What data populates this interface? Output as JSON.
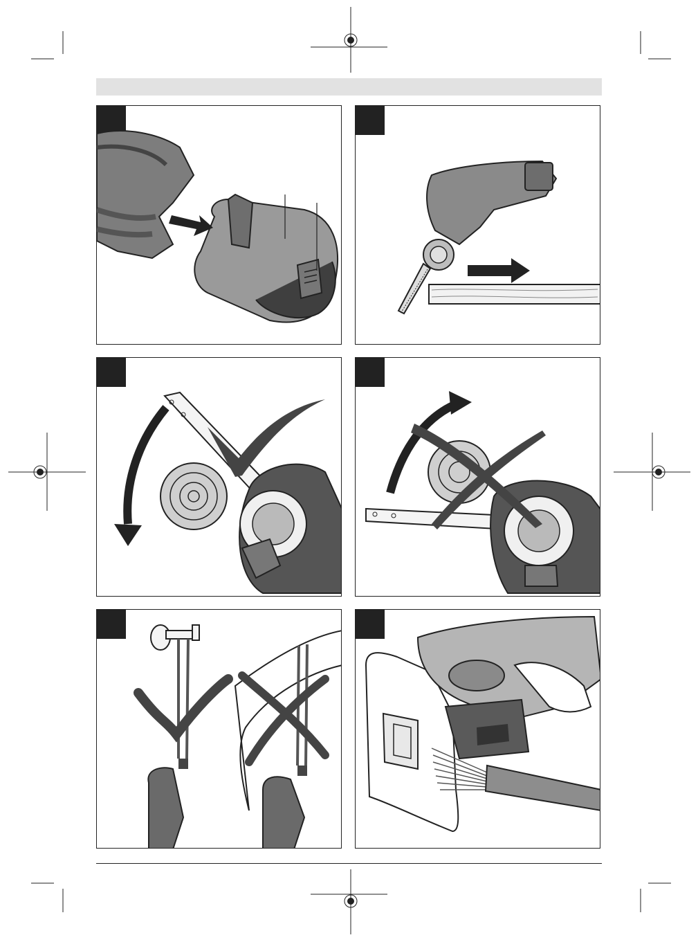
{
  "panels": [
    {
      "figure": "battery-insertion",
      "tag": ""
    },
    {
      "figure": "cutting-direction",
      "tag": ""
    },
    {
      "figure": "correct-chain-orientation",
      "tag": ""
    },
    {
      "figure": "wrong-chain-orientation",
      "tag": ""
    },
    {
      "figure": "wrist-strap-storage",
      "tag": ""
    },
    {
      "figure": "cleaning-with-brush",
      "tag": ""
    }
  ],
  "colors": {
    "border": "#222222",
    "header_bar": "#e2e2e2",
    "tool_dark": "#555555",
    "tool_mid": "#8a8a8a",
    "tool_light": "#c9c9c9",
    "check_dark": "#444444"
  }
}
